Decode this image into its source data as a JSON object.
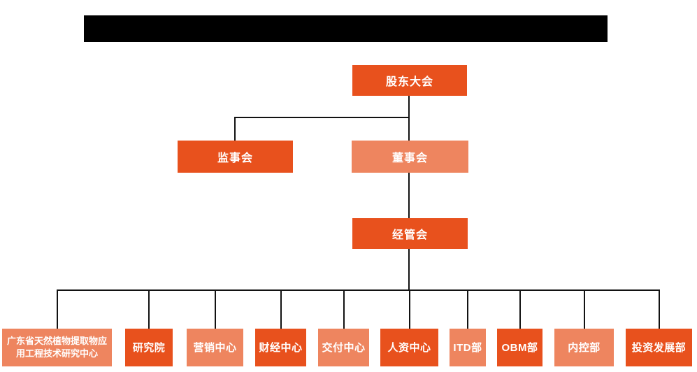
{
  "colors": {
    "primary": "#E8511D",
    "secondary": "#EE855F",
    "connector": "#121212",
    "redaction": "#000000",
    "background": "#FFFFFF",
    "node_text": "#FFFFFF"
  },
  "chart": {
    "root": {
      "label": "股东大会",
      "tone": "primary"
    },
    "supervisors": {
      "label": "监事会",
      "tone": "primary"
    },
    "directors": {
      "label": "董事会",
      "tone": "secondary"
    },
    "management": {
      "label": "经管会",
      "tone": "primary"
    },
    "departments": [
      {
        "label": "广东省天然植物提取物应用工程技术研究中心",
        "tone": "secondary"
      },
      {
        "label": "研究院",
        "tone": "primary"
      },
      {
        "label": "营销中心",
        "tone": "secondary"
      },
      {
        "label": "财经中心",
        "tone": "primary"
      },
      {
        "label": "交付中心",
        "tone": "secondary"
      },
      {
        "label": "人资中心",
        "tone": "primary"
      },
      {
        "label": "ITD部",
        "tone": "secondary"
      },
      {
        "label": "OBM部",
        "tone": "primary"
      },
      {
        "label": "内控部",
        "tone": "secondary"
      },
      {
        "label": "投资发展部",
        "tone": "primary"
      }
    ]
  }
}
